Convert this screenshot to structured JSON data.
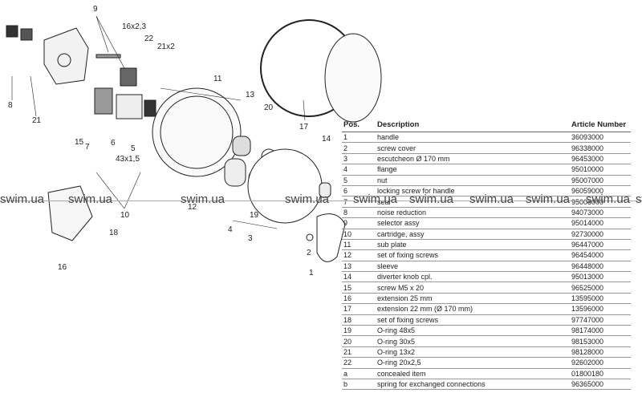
{
  "callouts": {
    "p9": "9",
    "p16x23": "16x2,3",
    "p22": "22",
    "p21x2": "21x2",
    "p8": "8",
    "p21": "21",
    "p11": "11",
    "p13": "13",
    "p20": "20",
    "p17": "17",
    "p15": "15",
    "p7": "7",
    "p6": "6",
    "p5": "5",
    "p43x15": "43x1,5",
    "p14": "14",
    "p12": "12",
    "p10": "10",
    "p18": "18",
    "p16": "16",
    "p19": "19",
    "p4": "4",
    "p3": "3",
    "p2": "2",
    "p1": "1"
  },
  "table": {
    "headers": [
      "Pos.",
      "Description",
      "Article Number"
    ],
    "rows": [
      [
        "1",
        "handle",
        "36093000"
      ],
      [
        "2",
        "screw cover",
        "96338000"
      ],
      [
        "3",
        "escutcheon Ø 170 mm",
        "96453000"
      ],
      [
        "4",
        "flange",
        "95010000"
      ],
      [
        "5",
        "nut",
        "95007000"
      ],
      [
        "6",
        "locking screw for handle",
        "96059000"
      ],
      [
        "7",
        "seal",
        "95008000"
      ],
      [
        "8",
        "noise reduction",
        "94073000"
      ],
      [
        "9",
        "selector assy",
        "95014000"
      ],
      [
        "10",
        "cartridge, assy",
        "92730000"
      ],
      [
        "11",
        "sub plate",
        "96447000"
      ],
      [
        "12",
        "set of fixing screws",
        "96454000"
      ],
      [
        "13",
        "sleeve",
        "96448000"
      ],
      [
        "14",
        "diverter knob cpl.",
        "95013000"
      ],
      [
        "15",
        "screw M5 x 20",
        "96525000"
      ],
      [
        "16",
        "extension 25 mm",
        "13595000"
      ],
      [
        "17",
        "extension 22 mm (Ø 170 mm)",
        "13596000"
      ],
      [
        "18",
        "set of fixing screws",
        "97747000"
      ],
      [
        "19",
        "O-ring 48x5",
        "98174000"
      ],
      [
        "20",
        "O-ring 30x5",
        "98153000"
      ],
      [
        "21",
        "O-ring 13x2",
        "98128000"
      ],
      [
        "22",
        "O-ring 20x2,5",
        "92602000"
      ],
      [
        "a",
        "concealed item",
        "01800180"
      ],
      [
        "b",
        "spring for exchanged connections",
        "96365000"
      ]
    ]
  },
  "watermark": "swim.ua"
}
